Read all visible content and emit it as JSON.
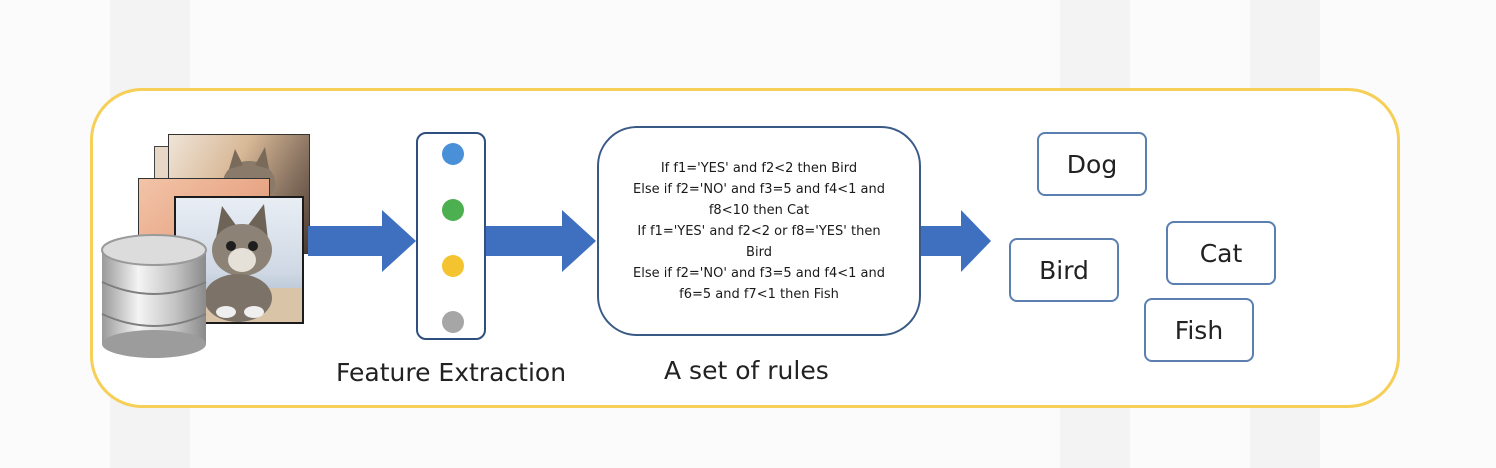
{
  "diagram": {
    "rules": [
      "If f1='YES' and f2<2 then Bird",
      "Else if f2='NO' and f3=5 and f4<1 and",
      "f8<10 then Cat",
      "If f1='YES' and f2<2 or f8='YES' then",
      "Bird",
      "Else if f2='NO' and f3=5 and f4<1 and",
      "f6=5 and f7<1 then Fish"
    ],
    "captions": {
      "feature_extraction": "Feature Extraction",
      "rules": "A set of rules"
    },
    "classes": [
      "Dog",
      "Bird",
      "Cat",
      "Fish"
    ],
    "feature_dot_colors": [
      "#4a90d9",
      "#4caf50",
      "#f4c430",
      "#a6a6a6"
    ],
    "colors": {
      "frame_border": "#f5cf57",
      "arrow": "#3f6fbf",
      "box_border": "#3a5a86",
      "class_border": "#5b7fb0"
    },
    "icons": [
      "database-icon",
      "image-stack"
    ]
  }
}
